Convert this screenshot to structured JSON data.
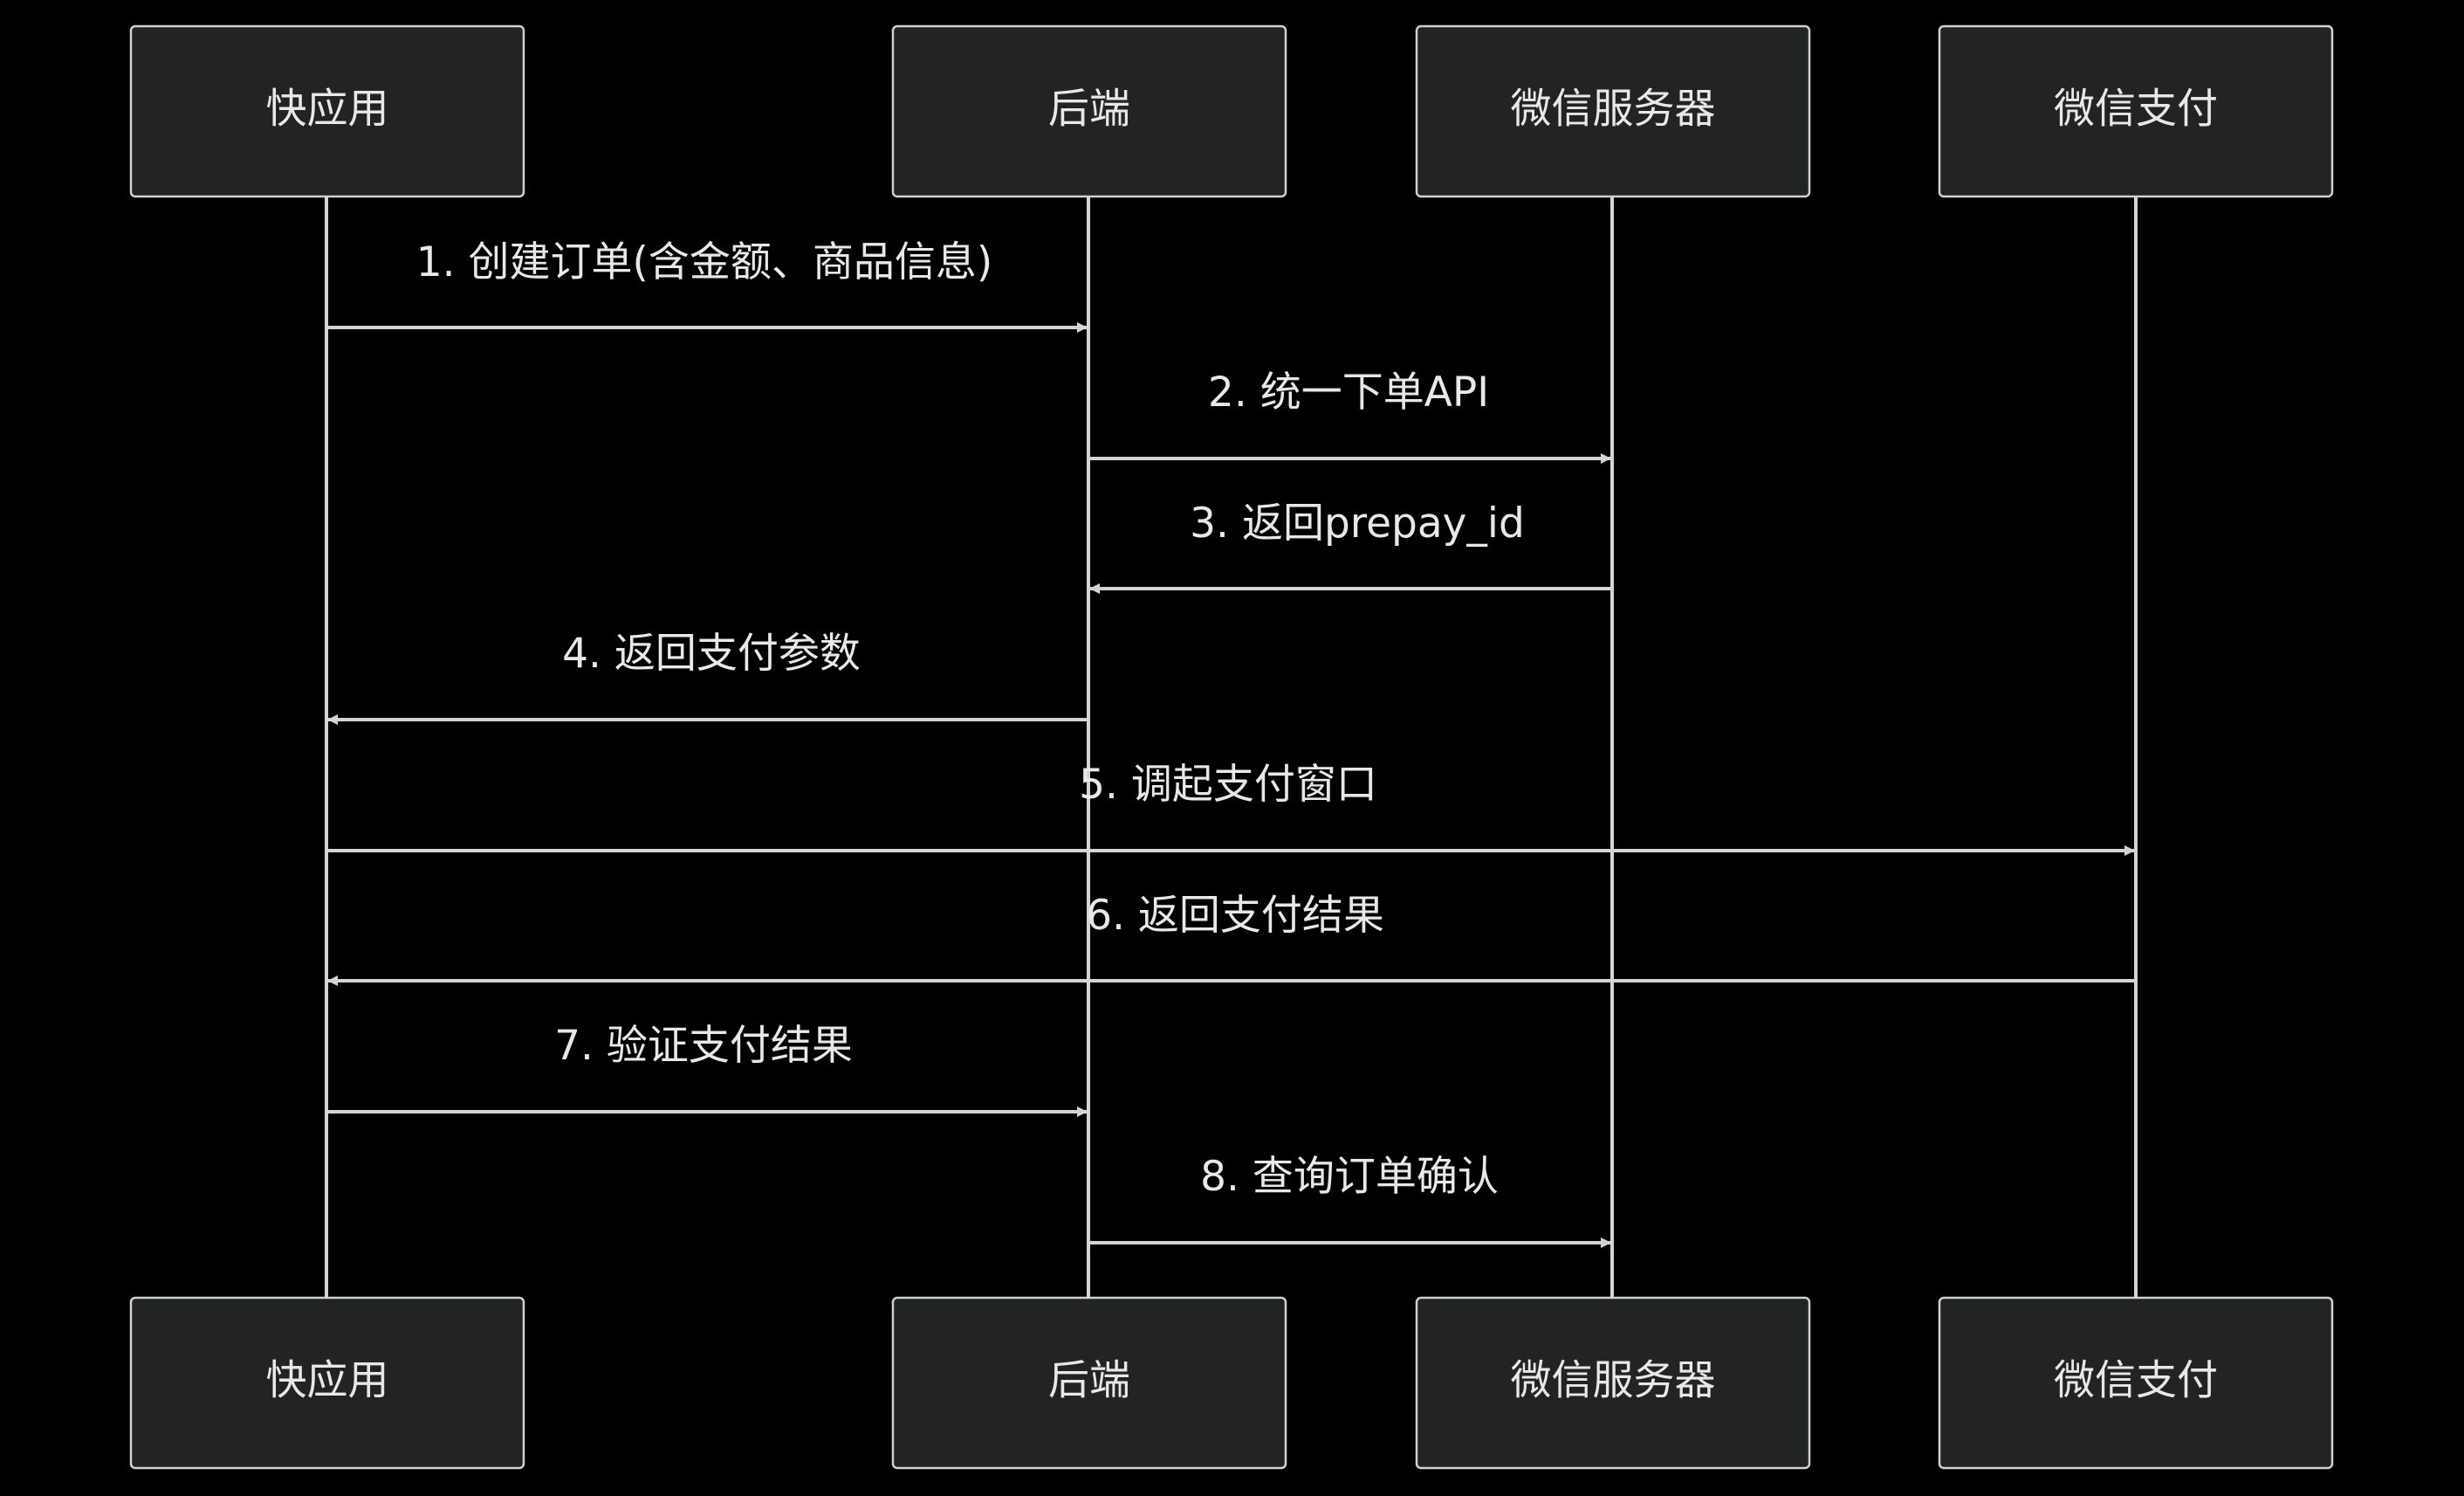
{
  "participants": [
    {
      "id": "quickapp",
      "label": "快应用"
    },
    {
      "id": "backend",
      "label": "后端"
    },
    {
      "id": "wechat-server",
      "label": "微信服务器"
    },
    {
      "id": "wechat-pay",
      "label": "微信支付"
    }
  ],
  "messages": [
    {
      "from": 0,
      "to": 1,
      "label": "1. 创建订单(含金额、商品信息)"
    },
    {
      "from": 1,
      "to": 2,
      "label": "2. 统一下单API"
    },
    {
      "from": 2,
      "to": 1,
      "label": "3. 返回prepay_id"
    },
    {
      "from": 1,
      "to": 0,
      "label": "4. 返回支付参数"
    },
    {
      "from": 0,
      "to": 3,
      "label": "5. 调起支付窗口"
    },
    {
      "from": 3,
      "to": 0,
      "label": "6. 返回支付结果"
    },
    {
      "from": 0,
      "to": 1,
      "label": "7. 验证支付结果"
    },
    {
      "from": 1,
      "to": 2,
      "label": "8. 查询订单确认"
    }
  ]
}
